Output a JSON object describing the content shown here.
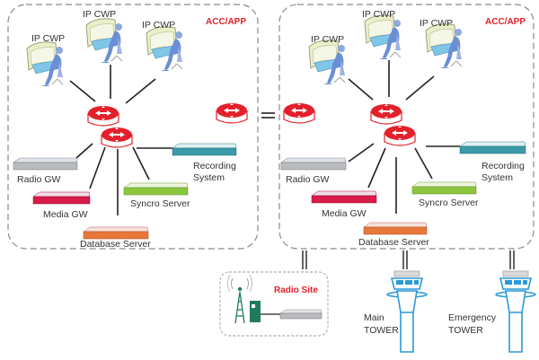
{
  "diagram": {
    "colors": {
      "router": "#e3202b",
      "boundary": "#8a8a8a",
      "cwp": "#6b8fd6",
      "radio_gw": "#b9bbbe",
      "media_gw": "#d81b4a",
      "database_server": "#e8773a",
      "syncro_server": "#8cc63f",
      "recording_system": "#3a9aa8",
      "tower": "#2a9ad8",
      "radio_site_green": "#1f7a5e"
    },
    "left_site": {
      "title": "ACC/APP",
      "cwp_labels": [
        "IP CWP",
        "IP CWP",
        "IP CWP"
      ],
      "radio_gw": "Radio  GW",
      "media_gw": "Media GW",
      "database_server": "Database Server",
      "syncro_server": "Syncro Server",
      "recording_line1": "Recording",
      "recording_line2": "System"
    },
    "right_site": {
      "title": "ACC/APP",
      "cwp_labels": [
        "IP CWP",
        "IP CWP",
        "IP CWP"
      ],
      "radio_gw": "Radio  GW",
      "media_gw": "Media GW",
      "database_server": "Database Server",
      "syncro_server": "Syncro Server",
      "recording_line1": "Recording",
      "recording_line2": "System"
    },
    "radio_site": {
      "title": "Radio Site"
    },
    "main_tower": {
      "line1": "Main",
      "line2": "TOWER"
    },
    "emergency_tower": {
      "line1": "Emergency",
      "line2": "TOWER"
    }
  }
}
